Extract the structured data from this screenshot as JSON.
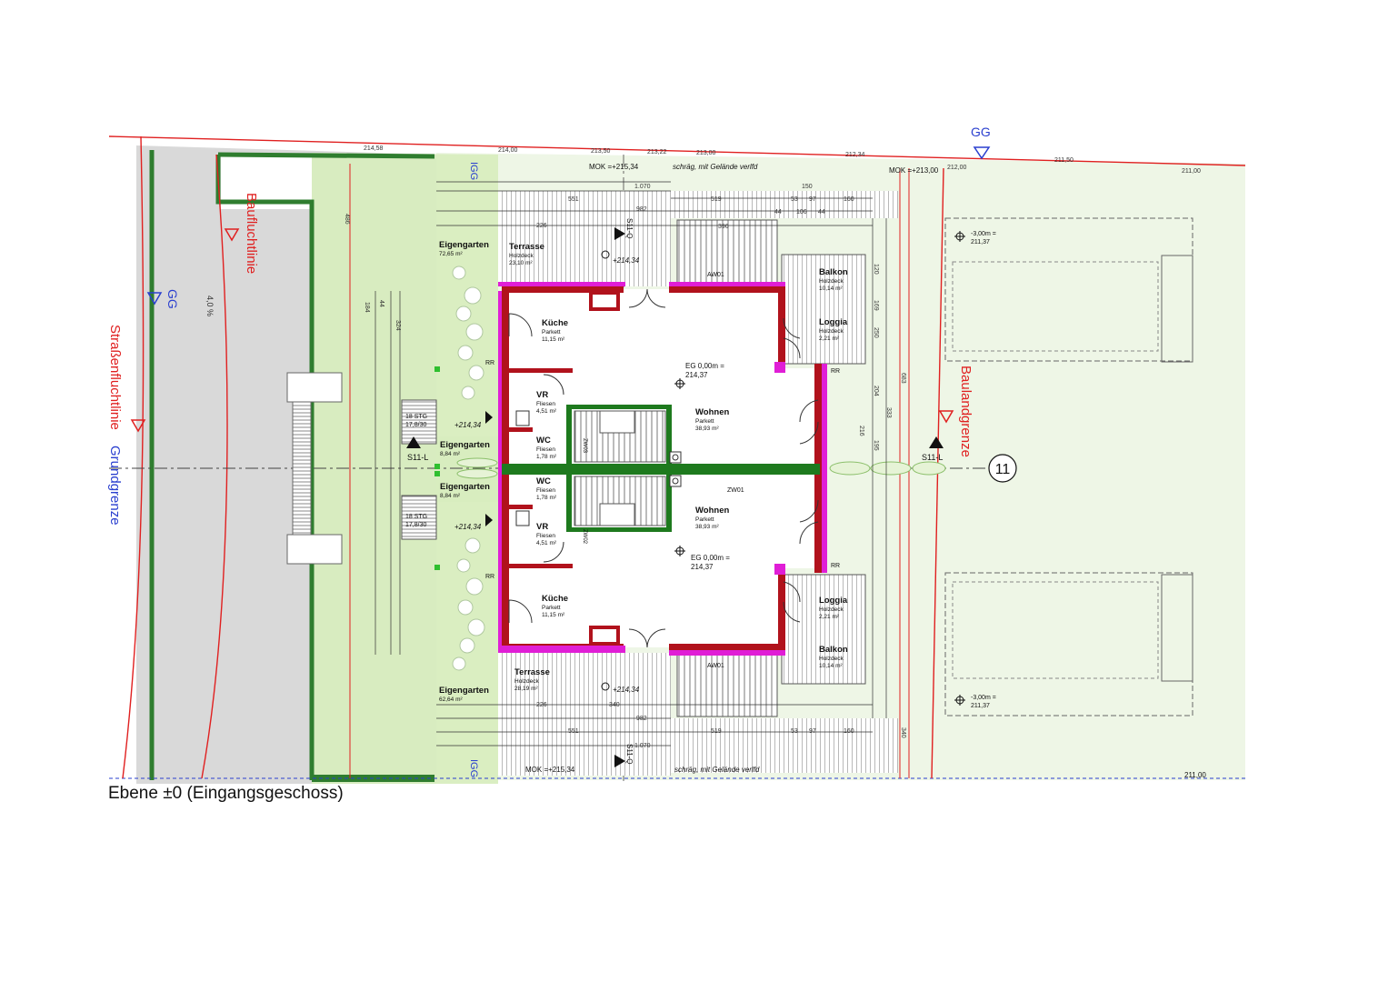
{
  "caption": "Ebene ±0 (Eingangsgeschoss)",
  "grid_axis": "11",
  "section_label": "S11-L",
  "section_q": "S11-Q",
  "labels": {
    "gg": "GG",
    "igg": "IGG",
    "baufluchtlinie": "Baufluchtlinie",
    "strassenfluchtlinie": "Straßenfluchtlinie",
    "grundgrenze": "Grundgrenze",
    "baulandgrenze": "Baulandgrenze",
    "slope": "4,0 %",
    "mok_top_left": "MOK =+215,34",
    "mok_top_right": "MOK =+213,00",
    "mok_bottom": "MOK =+215,34",
    "schraeg_top": "schräg, mit Gelände verlfd",
    "schraeg_bottom": "schräg, mit Gelände verlfd",
    "level_minus_top": "-3,00m =",
    "level_minus_top_val": "211,37",
    "level_minus_bottom": "-3,00m =",
    "level_minus_bottom_val": "211,37",
    "eg_top": "EG 0,00m =",
    "eg_top_val": "214,37",
    "eg_bottom": "EG 0,00m =",
    "eg_bottom_val": "214,37",
    "aw01": "AW01",
    "zw01": "ZW01",
    "zw02": "ZW02",
    "zw03": "ZW03",
    "stg": "18 STG",
    "stg_dim": "17,8/30",
    "lvl_21434": "+214,34",
    "rr": "RR",
    "elev_211": "211,00"
  },
  "rooms": {
    "top": [
      {
        "name": "Küche",
        "floor": "Parkett",
        "area": "11,15 m²"
      },
      {
        "name": "VR",
        "floor": "Fliesen",
        "area": "4,51 m²"
      },
      {
        "name": "WC",
        "floor": "Fliesen",
        "area": "1,78 m²"
      },
      {
        "name": "Wohnen",
        "floor": "Parkett",
        "area": "38,93 m²"
      },
      {
        "name": "Loggia",
        "floor": "Holzdeck",
        "area": "2,21 m²"
      },
      {
        "name": "Balkon",
        "floor": "Holzdeck",
        "area": "10,14 m²"
      },
      {
        "name": "Terrasse",
        "floor": "Holzdeck",
        "area": "23,10 m²"
      },
      {
        "name": "Eigengarten",
        "floor": "",
        "area": "72,65 m²"
      },
      {
        "name": "Eigengarten",
        "floor": "",
        "area": "8,84 m²"
      }
    ],
    "bottom": [
      {
        "name": "Küche",
        "floor": "Parkett",
        "area": "11,15 m²"
      },
      {
        "name": "VR",
        "floor": "Fliesen",
        "area": "4,51 m²"
      },
      {
        "name": "WC",
        "floor": "Fliesen",
        "area": "1,78 m²"
      },
      {
        "name": "Wohnen",
        "floor": "Parkett",
        "area": "38,93 m²"
      },
      {
        "name": "Loggia",
        "floor": "Holzdeck",
        "area": "2,21 m²"
      },
      {
        "name": "Balkon",
        "floor": "Holzdeck",
        "area": "10,14 m²"
      },
      {
        "name": "Terrasse",
        "floor": "Holzdeck",
        "area": "28,19 m²"
      },
      {
        "name": "Eigengarten",
        "floor": "",
        "area": "62,64 m²"
      },
      {
        "name": "Eigengarten",
        "floor": "",
        "area": "8,84 m²"
      }
    ]
  },
  "elevations_top": [
    "214,58",
    "214,00",
    "213,50",
    "213,22",
    "213,00",
    "212,34",
    "212,00",
    "211,50",
    "211,00"
  ],
  "dims_top": [
    "1.070",
    "551",
    "982",
    "226",
    "519",
    "396",
    "150",
    "53",
    "97",
    "160",
    "44",
    "106",
    "44"
  ],
  "dims_bottom": [
    "1.070",
    "551",
    "982",
    "226",
    "340",
    "519",
    "53",
    "97",
    "160"
  ],
  "dims_vertical": [
    "486",
    "120",
    "169",
    "250",
    "204",
    "195",
    "333",
    "216",
    "683",
    "340",
    "44",
    "324",
    "184"
  ],
  "colors": {
    "garden": "#d8edbf",
    "lawn": "#eef6e6",
    "street": "#d9d9d9",
    "wall_red": "#b1121c",
    "wall_magenta": "#e01ed6",
    "wall_green": "#1e7a1e",
    "boundary_red": "#e02020",
    "blue": "#2a3fcf"
  }
}
